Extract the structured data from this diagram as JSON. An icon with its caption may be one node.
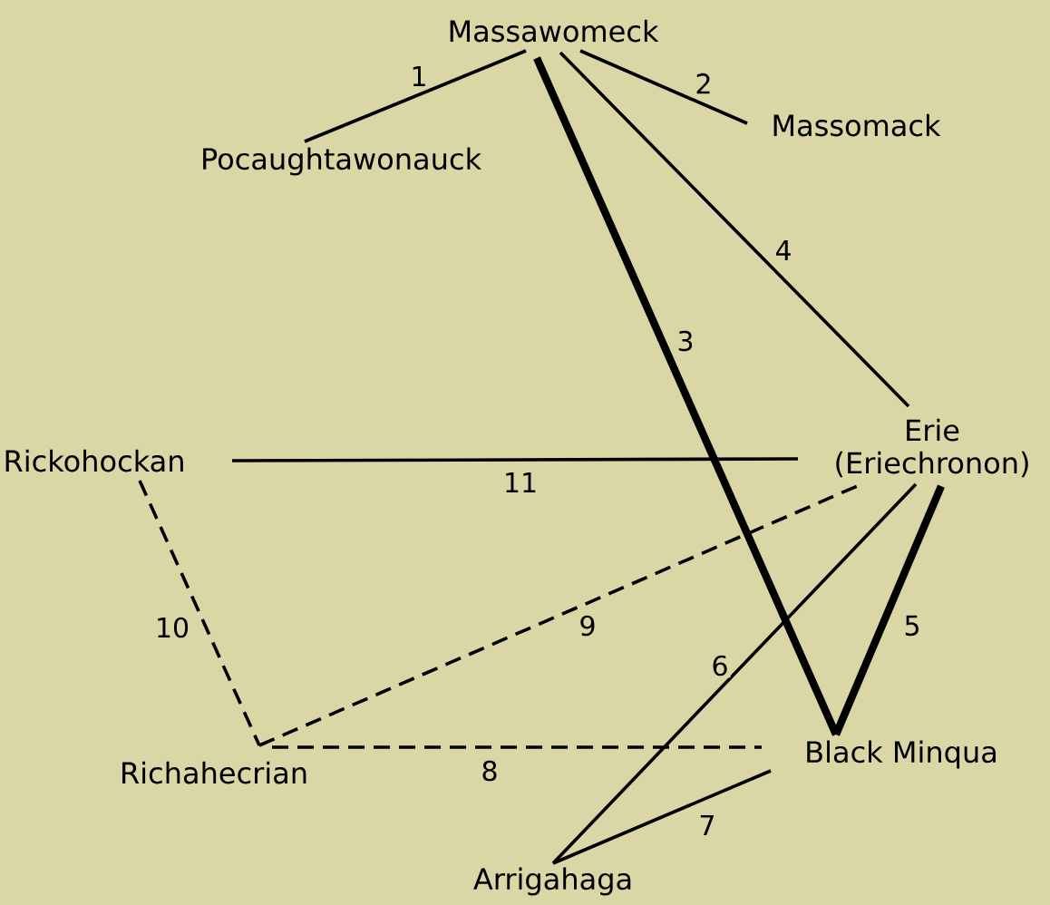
{
  "diagram": {
    "nodes": [
      {
        "text": [
          "Massawomeck"
        ]
      },
      {
        "text": [
          "Pocaughtawonauck"
        ]
      },
      {
        "text": [
          "Massomack"
        ]
      },
      {
        "text": [
          "Erie (Eriechronon)"
        ]
      },
      {
        "text": [
          "Rickohockan"
        ]
      },
      {
        "text": [
          "Richahecrian"
        ]
      },
      {
        "text": [
          "Black Minqua"
        ]
      },
      {
        "text": [
          "Arrigahaga"
        ]
      }
    ],
    "edges": [
      {
        "from": 0,
        "to": 1,
        "arrow": "none",
        "label": "1"
      },
      {
        "from": 0,
        "to": 2,
        "arrow": "none",
        "label": "2"
      },
      {
        "from": 0,
        "to": 6,
        "arrow": "none",
        "label": "3",
        "style": "thick"
      },
      {
        "from": 0,
        "to": 3,
        "arrow": "none",
        "label": "4"
      },
      {
        "from": 3,
        "to": 6,
        "arrow": "none",
        "label": "5",
        "style": "thick"
      },
      {
        "from": 3,
        "to": 7,
        "arrow": "none",
        "label": "6"
      },
      {
        "from": 6,
        "to": 7,
        "arrow": "none",
        "label": "7"
      },
      {
        "from": 5,
        "to": 6,
        "arrow": "none",
        "label": "8",
        "style": "dashed"
      },
      {
        "from": 5,
        "to": 3,
        "arrow": "none",
        "label": "9",
        "style": "dashed"
      },
      {
        "from": 4,
        "to": 5,
        "arrow": "none",
        "label": "10",
        "style": "dashed"
      },
      {
        "from": 4,
        "to": 3,
        "arrow": "none",
        "label": "11"
      }
    ]
  }
}
